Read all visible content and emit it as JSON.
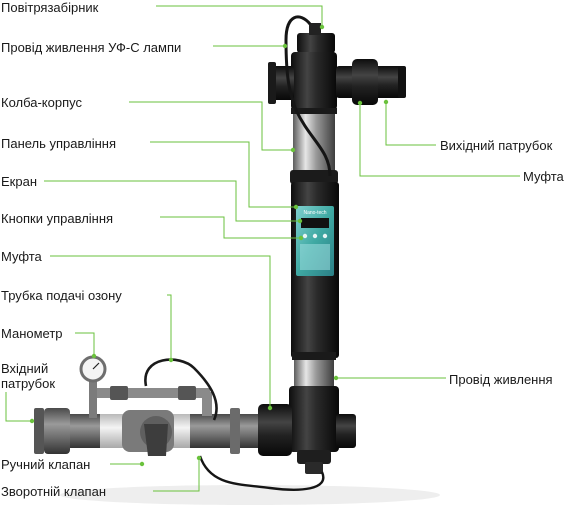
{
  "labels": {
    "air_intake": "Повітрязабірник",
    "uv_lamp_power": "Провід живлення УФ-С лампи",
    "housing_flask": "Колба-корпус",
    "control_panel": "Панель управління",
    "screen": "Екран",
    "control_buttons": "Кнопки управління",
    "coupling_left": "Муфта",
    "ozone_tube": "Трубка подачі озону",
    "pressure_gauge": "Манометр",
    "inlet_line1": "Вхідний",
    "inlet_line2": "патрубок",
    "manual_valve": "Ручний клапан",
    "check_valve": "Зворотній клапан",
    "outlet": "Вихідний патрубок",
    "coupling_right": "Муфта",
    "power_cable": "Провід живлення"
  },
  "device_panel": {
    "brand": "Nano-tech"
  },
  "colors": {
    "leader_line": "#6ac23c",
    "pipe_dark": "#1c1c1c",
    "pipe_grey": "#7d7d7d",
    "panel_teal": "#3fa9a3"
  }
}
